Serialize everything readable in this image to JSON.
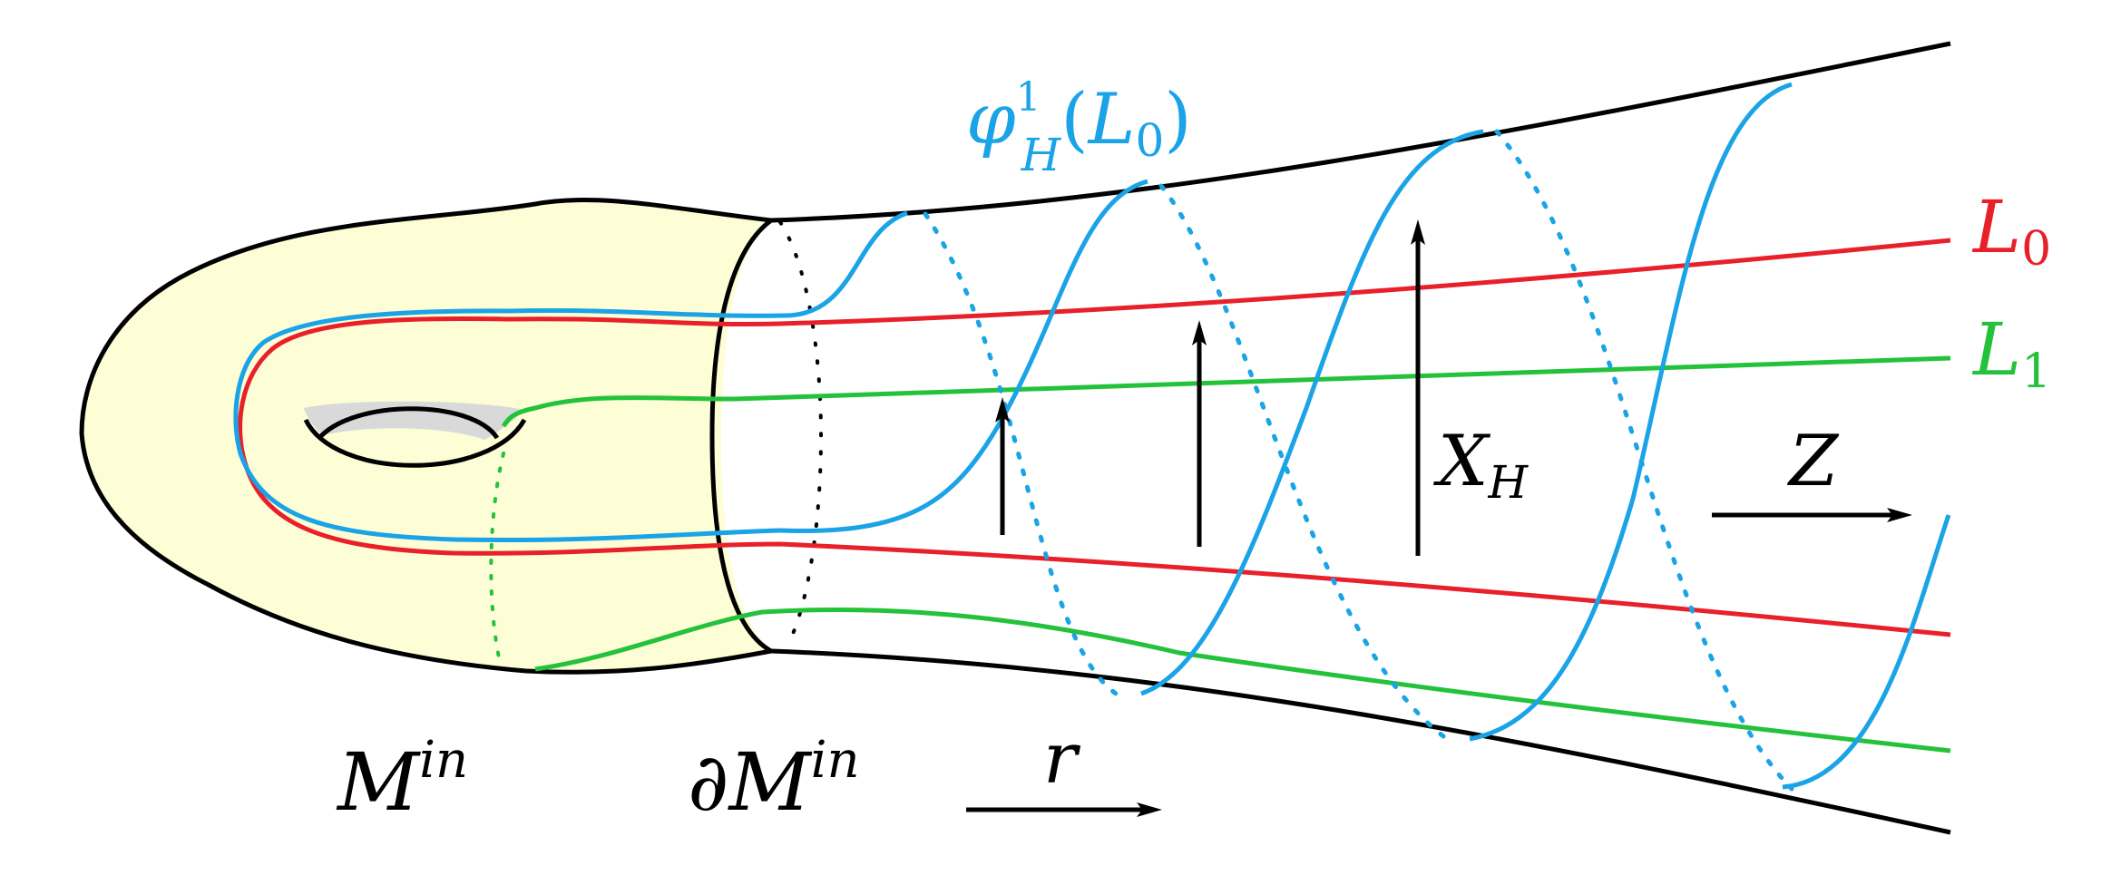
{
  "labels": {
    "phi_base": "φ",
    "phi_sup": "1",
    "phi_sub": "H",
    "phi_arg_open": "(",
    "phi_arg_base": "L",
    "phi_arg_sub": "0",
    "phi_arg_close": ")",
    "l0_base": "L",
    "l0_sub": "0",
    "l1_base": "L",
    "l1_sub": "1",
    "xh_base": "X",
    "xh_sub": "H",
    "z": "Z",
    "r": "r",
    "min_base": "M",
    "min_sup": "in",
    "dmin_partial": "∂",
    "dmin_base": "M",
    "dmin_sup": "in"
  },
  "colors": {
    "outline": "#000000",
    "interior_fill": "#fdfdd6",
    "hole_shadow": "#d9d9d9",
    "blue": "#1aa3e6",
    "red": "#e8202a",
    "green": "#23c23a"
  }
}
